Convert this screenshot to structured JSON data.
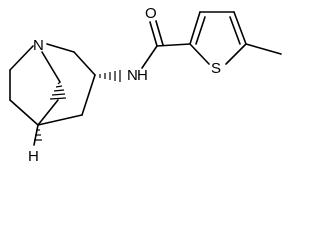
{
  "structure": {
    "atoms": {
      "bridgehead_nitrogen": "N",
      "amide_nitrogen": "N",
      "amide_hydrogen": "H",
      "carbonyl_oxygen": "O",
      "thiophene_sulfur": "S",
      "stereo_hydrogen": "H"
    }
  }
}
